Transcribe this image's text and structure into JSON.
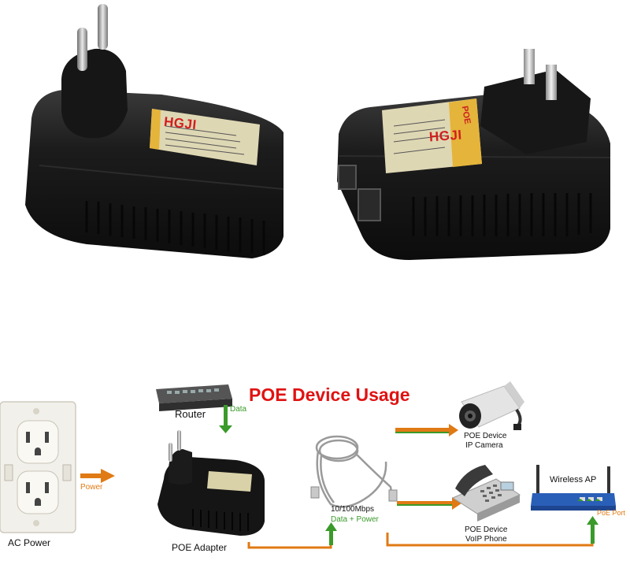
{
  "product_photos": {
    "left_brand": "HGJI",
    "right_brand": "HGJI",
    "right_label_top": "POE"
  },
  "diagram": {
    "title": "POE Device Usage",
    "ac_power": "AC Power",
    "power_label": "Power",
    "router": "Router",
    "data_label": "Data",
    "poe_adapter": "POE Adapter",
    "cable_speed": "10/100Mbps",
    "data_power": "Data + Power",
    "camera_line1": "POE Device",
    "camera_line2": "IP Camera",
    "phone_line1": "POE Device",
    "phone_line2": "VoIP Phone",
    "wireless_ap": "Wireless AP",
    "poe_port": "PoE Port",
    "colors": {
      "title_red": "#e01212",
      "power_orange": "#e07a14",
      "data_green": "#3a9a2a"
    }
  }
}
